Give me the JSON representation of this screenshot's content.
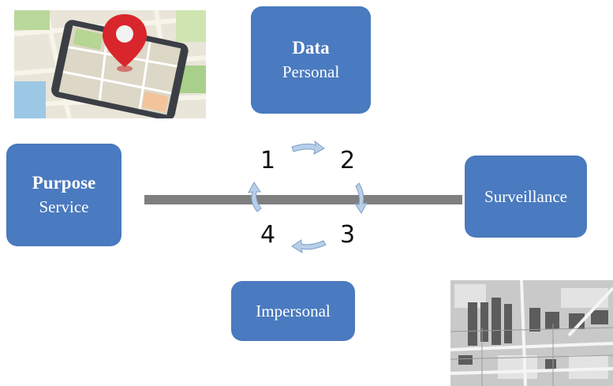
{
  "diagram": {
    "data_box": {
      "title": "Data",
      "subtitle": "Personal"
    },
    "purpose_box": {
      "title": "Purpose",
      "subtitle": "Service"
    },
    "surveillance_box": {
      "label": "Surveillance"
    },
    "impersonal_box": {
      "label": "Impersonal"
    },
    "quadrant_numbers": [
      "1",
      "2",
      "3",
      "4"
    ]
  },
  "colors": {
    "box_fill": "#4a7abf",
    "axis": "#7f7f7f",
    "arrow": "#b8cfe9"
  },
  "images": [
    "smartphone-map-pin-photo",
    "aerial-city-map-image"
  ]
}
